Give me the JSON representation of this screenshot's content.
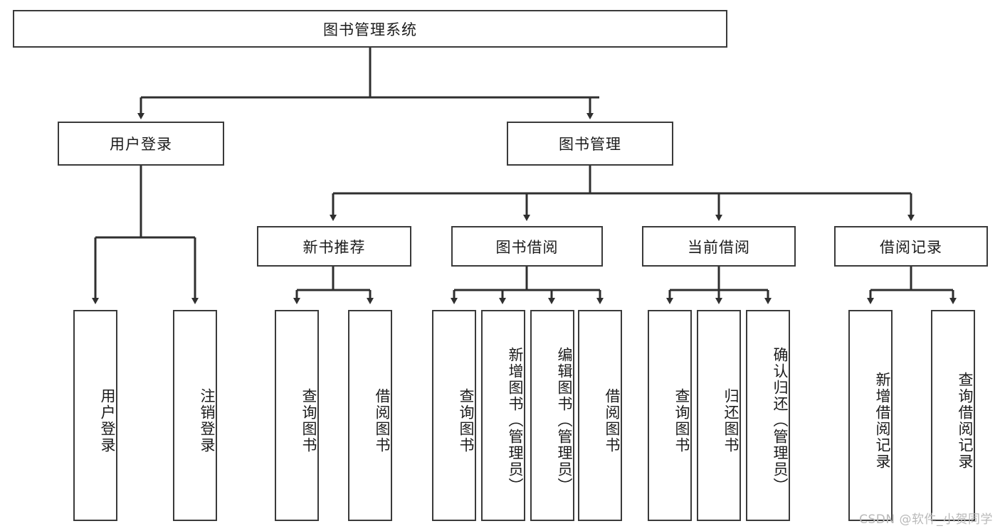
{
  "diagram": {
    "type": "tree-hierarchy",
    "title": "图书管理系统",
    "orientation": "top-down",
    "colors": {
      "box_border": "#3a3a3a",
      "box_fill": "#ffffff",
      "edge": "#2f2f2f",
      "text": "#1b1b1b",
      "watermark": "#b9b9b9",
      "background": "#ffffff"
    },
    "root": {
      "id": "root",
      "label": "图书管理系统",
      "orientation": "horizontal"
    },
    "level2": [
      {
        "id": "user-login",
        "label": "用户登录",
        "orientation": "horizontal"
      },
      {
        "id": "book-management",
        "label": "图书管理",
        "orientation": "horizontal"
      }
    ],
    "level3": [
      {
        "id": "new-book-recommend",
        "label": "新书推荐",
        "orientation": "horizontal",
        "parent": "book-management"
      },
      {
        "id": "book-borrow",
        "label": "图书借阅",
        "orientation": "horizontal",
        "parent": "book-management"
      },
      {
        "id": "current-borrow",
        "label": "当前借阅",
        "orientation": "horizontal",
        "parent": "book-management"
      },
      {
        "id": "borrow-record",
        "label": "借阅记录",
        "orientation": "horizontal",
        "parent": "book-management"
      }
    ],
    "leaves": [
      {
        "id": "leaf-user-login",
        "label": "用户登录",
        "orientation": "vertical",
        "parent": "user-login"
      },
      {
        "id": "leaf-user-logout",
        "label": "注销登录",
        "orientation": "vertical",
        "parent": "user-login"
      },
      {
        "id": "leaf-query-book-1",
        "label": "查询图书",
        "orientation": "vertical",
        "parent": "new-book-recommend"
      },
      {
        "id": "leaf-borrow-book-1",
        "label": "借阅图书",
        "orientation": "vertical",
        "parent": "new-book-recommend"
      },
      {
        "id": "leaf-query-book-2",
        "label": "查询图书",
        "orientation": "vertical",
        "parent": "book-borrow"
      },
      {
        "id": "leaf-add-book",
        "label": "新增图书（管理员）",
        "orientation": "vertical",
        "parent": "book-borrow"
      },
      {
        "id": "leaf-edit-book",
        "label": "编辑图书（管理员）",
        "orientation": "vertical",
        "parent": "book-borrow"
      },
      {
        "id": "leaf-borrow-book-2",
        "label": "借阅图书",
        "orientation": "vertical",
        "parent": "book-borrow"
      },
      {
        "id": "leaf-query-book-3",
        "label": "查询图书",
        "orientation": "vertical",
        "parent": "current-borrow"
      },
      {
        "id": "leaf-return-book",
        "label": "归还图书",
        "orientation": "vertical",
        "parent": "current-borrow"
      },
      {
        "id": "leaf-confirm-return",
        "label": "确认归还（管理员）",
        "orientation": "vertical",
        "parent": "current-borrow"
      },
      {
        "id": "leaf-add-record",
        "label": "新增借阅记录",
        "orientation": "vertical",
        "parent": "borrow-record"
      },
      {
        "id": "leaf-query-record",
        "label": "查询借阅记录",
        "orientation": "vertical",
        "parent": "borrow-record"
      }
    ]
  },
  "watermark": {
    "text": "CSDN @软件_小贺同学"
  }
}
